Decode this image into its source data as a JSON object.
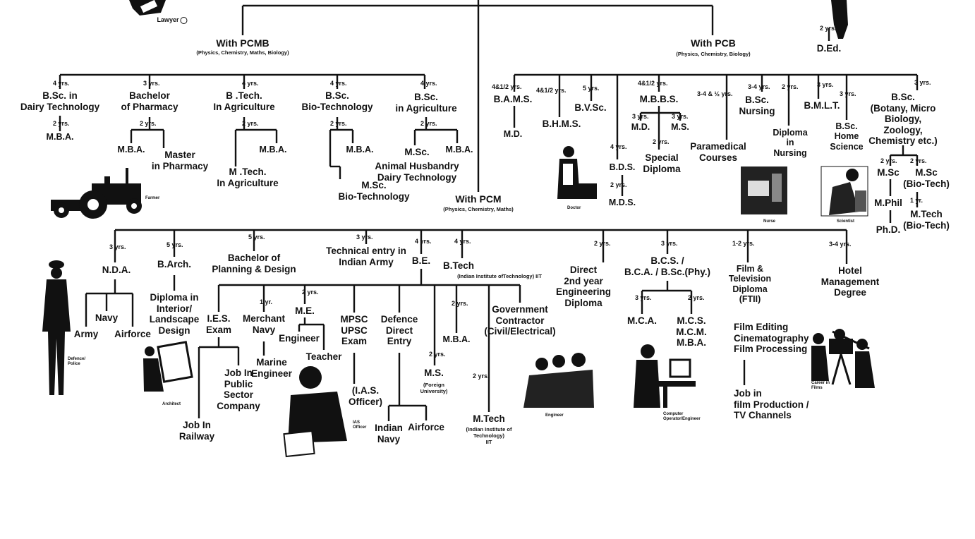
{
  "top": {
    "lawyer": "Lawyer",
    "pcmb": "With PCMB",
    "pcmb_sub": "(Physics, Chemistry, Maths, Biology)",
    "pcb": "With PCB",
    "pcb_sub": "(Physics, Chemistry, Biology)",
    "ded": "D.Ed.",
    "pcm": "With PCM",
    "pcm_sub": "(Physics, Chemistry, Maths)"
  },
  "pcmb": {
    "dairy": "B.Sc. in\nDairy Technology",
    "dairy_mba": "M.B.A.",
    "pharm": "Bachelor\nof Pharmacy",
    "pharm_mba": "M.B.A.",
    "pharm_master": "Master\nin Pharmacy",
    "btech_agri": "B .Tech.\nIn Agriculture",
    "mba3": "M.B.A.",
    "mtech_agri": "M .Tech.\nIn Agriculture",
    "biotech": "B.Sc.\nBio-Technology",
    "mba4": "M.B.A.",
    "msc_biotech": "M.Sc.\nBio-Technology",
    "bsc_agri": "B.Sc.\nin Agriculture",
    "msc_animal": "M.Sc.",
    "mba5": "M.B.A.",
    "animal": "Animal Husbandry\nDairy Technology",
    "farmer": "Farmer"
  },
  "pcb": {
    "bams": "B.A.M.S.",
    "md1": "M.D.",
    "bhms": "B.H.M.S.",
    "bvsc": "B.V.Sc.",
    "mbbs": "M.B.B.S.",
    "md2": "M.D.",
    "ms": "M.S.",
    "special": "Special\nDiploma",
    "bds": "B.D.S.",
    "mds": "M.D.S.",
    "paramedical": "Paramedical\nCourses",
    "bsc_nursing": "B.Sc.\nNursing",
    "dip_nursing": "Diploma\nin\nNursing",
    "bmlt": "B.M.L.T.",
    "home_science": "B.Sc.\nHome\nScience",
    "bsc_botany": "B.Sc.\n(Botany, Micro Biology,\nZoology,\nChemistry etc.)",
    "msc": "M.Sc",
    "msc_bio": "M.Sc\n(Bio-Tech)",
    "mphil": "M.Phil",
    "phd": "Ph.D.",
    "mtech_bio": "M.Tech\n(Bio-Tech)",
    "doctor": "Doctor",
    "nurse": "Nurse",
    "scientist": "Scientist"
  },
  "pcm": {
    "nda": "N.D.A.",
    "navy": "Navy",
    "army": "Army",
    "airforce": "Airforce",
    "barch": "B.Arch.",
    "interior": "Diploma in\nInterior/\nLandscape\nDesign",
    "planning": "Bachelor of\nPlanning & Design",
    "tech_army": "Technical entry in\nIndian Army",
    "be": "B.E.",
    "btech_iit": "B.Tech",
    "btech_iit_sub": "(Indian Institute ofTechnology) IIT",
    "ies": "I.E.S.\nExam",
    "job_public": "Job In\nPublic\nSector\nCompany",
    "job_railway": "Job In\nRailway",
    "merchant": "Merchant\nNavy",
    "marine": "Marine\nEngineer",
    "me": "M.E.",
    "engineer": "Engineer",
    "teacher": "Teacher",
    "mpsc": "MPSC\nUPSC\nExam",
    "ias": "(I.A.S.\nOfficer)",
    "defence": "Defence\nDirect\nEntry",
    "indian_navy": "Indian\nNavy",
    "airforce2": "Airforce",
    "mba": "M.B.A.",
    "ms": "M.S.",
    "ms_sub": "(Foreign\nUniversity)",
    "govt": "Government\nContractor\n(Civil/Electrical)",
    "mtech_iit": "M.Tech",
    "mtech_iit_sub": "(Indian Institute of\nTechnology)\nIIT",
    "direct": "Direct\n2nd year\nEngineering\nDiploma",
    "bcs": "B.C.S. /\nB.C.A. / B.Sc.(Phy.)",
    "mca": "M.C.A.",
    "mcs": "M.C.S.\nM.C.M.\nM.B.A.",
    "film": "Film &\nTelevision\nDiploma\n(FTII)",
    "film_edit": "Film Editing\nCinematography\nFilm Processing",
    "film_job": "Job in\nfilm Production /\nTV Channels",
    "hotel": "Hotel\nManagement\nDegree",
    "defence_police": "Defence/\nPolice",
    "architect": "Architect",
    "ias_officer": "IAS\nOfficer",
    "engineer_cap": "Engineer",
    "computer": "Computer\nOperator/Engineer",
    "career_films": "Career in\nFilms"
  },
  "durations": {
    "y4": "4 yrs.",
    "y3": "3 yrs.",
    "y2": "2 yrs.",
    "y5": "5 yrs.",
    "y1": "1 yr.",
    "y4h": "4&1/2 yrs.",
    "y34": "3-4 yrs.",
    "y12": "1-2 yrs.",
    "y34h": "3-4 & ½ yrs."
  }
}
